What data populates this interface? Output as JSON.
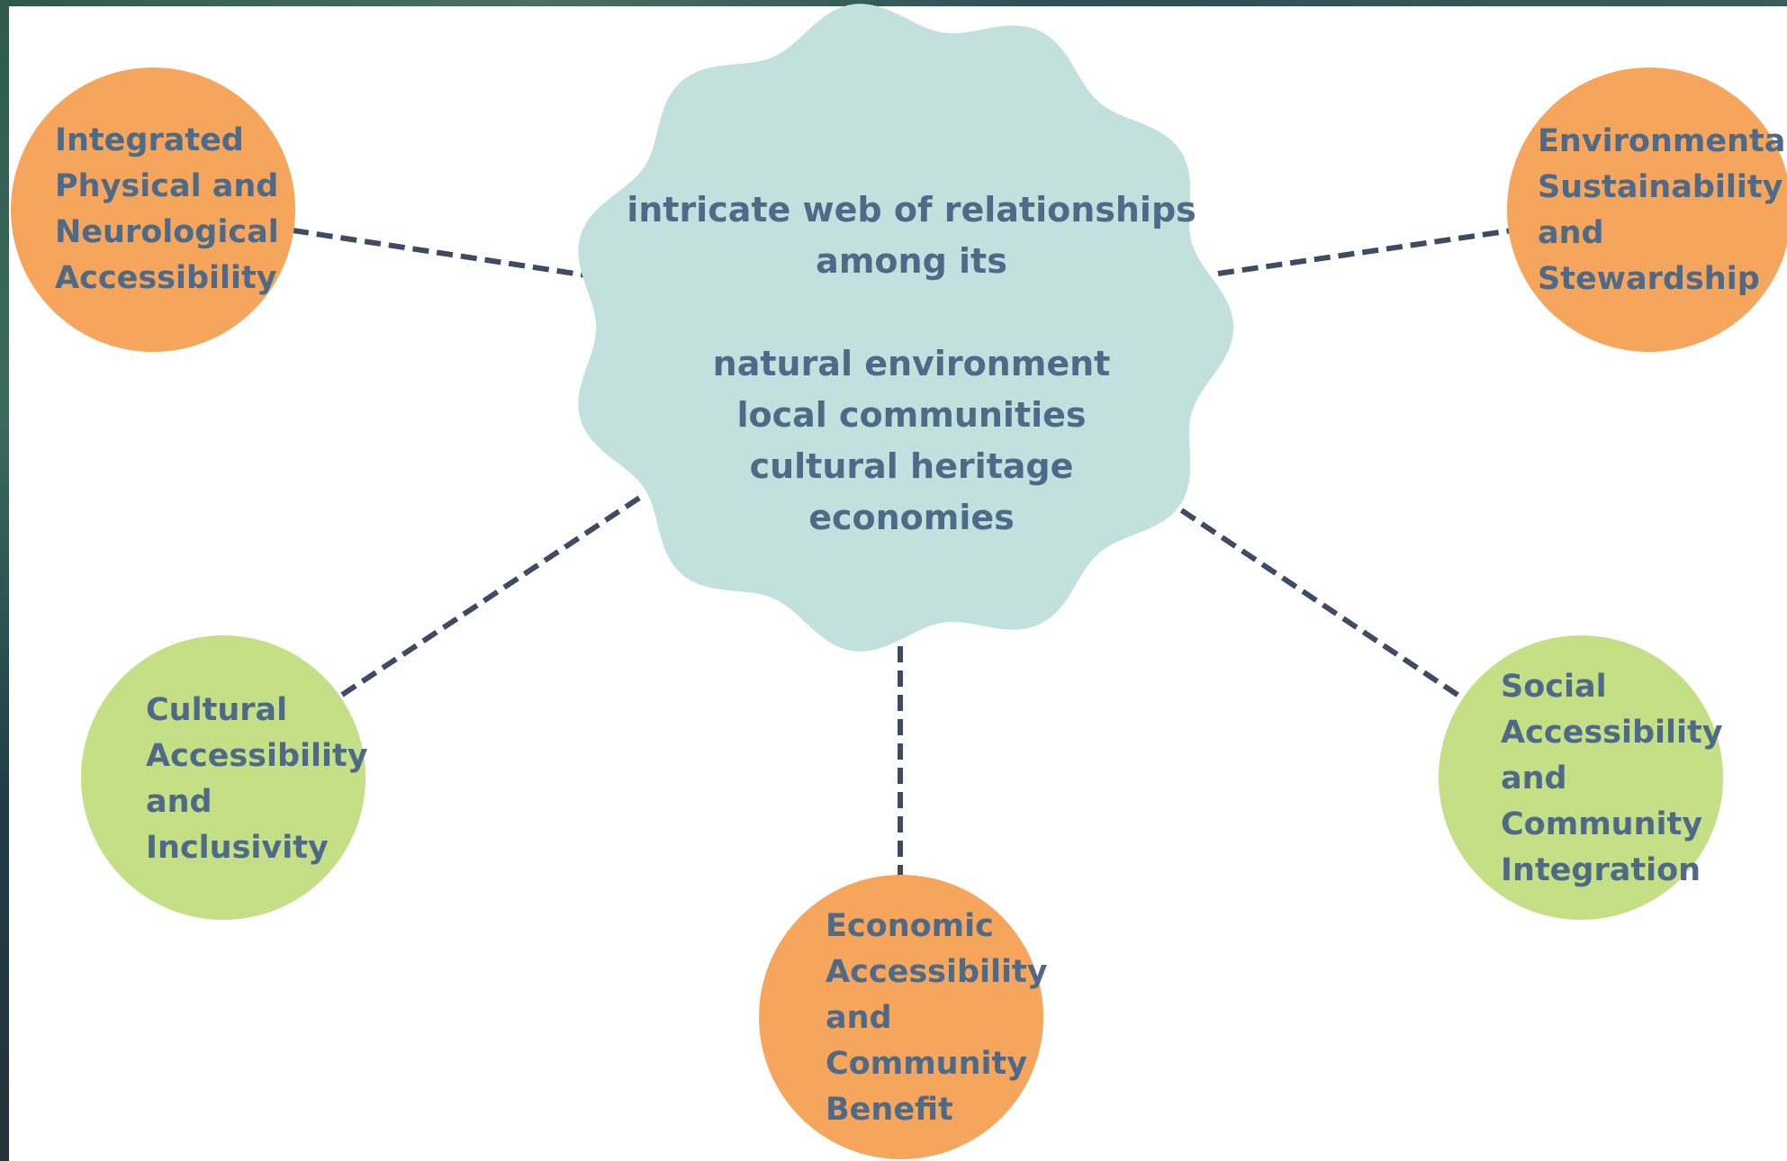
{
  "center": {
    "lines_top": [
      "intricate web of relationships",
      "among its"
    ],
    "lines_bottom": [
      "natural environment",
      "local communities",
      "cultural heritage",
      "economies"
    ],
    "fill": "#c2e1de"
  },
  "nodes": [
    {
      "id": "physical-neurological",
      "label": "Integrated\nPhysical and\nNeurological\nAccessibility",
      "color": "#f5a55c"
    },
    {
      "id": "environmental",
      "label": "Environmental\nSustainability\nand\nStewardship",
      "color": "#f5a55c"
    },
    {
      "id": "cultural",
      "label": "Cultural\nAccessibility\nand\nInclusivity",
      "color": "#c4df85"
    },
    {
      "id": "economic",
      "label": "Economic\nAccessibility\nand\nCommunity\nBenefit",
      "color": "#f5a55c"
    },
    {
      "id": "social",
      "label": "Social\nAccessibility\nand\nCommunity\nIntegration",
      "color": "#c4df85"
    }
  ],
  "connector_color": "#3f4a63"
}
